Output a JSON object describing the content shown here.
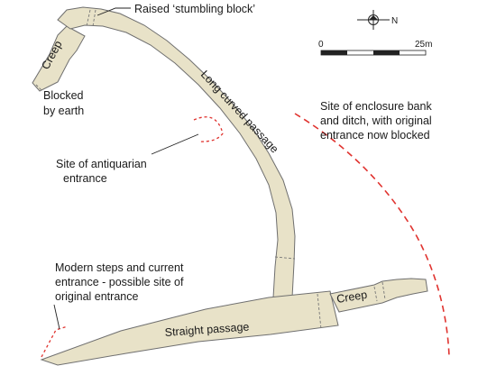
{
  "labels": {
    "stumbling_block": "Raised ‘stumbling block’",
    "blocked_l1": "Blocked",
    "blocked_l2": "by earth",
    "antiquarian_l1": "Site of antiquarian",
    "antiquarian_l2": "entrance",
    "enclosure_l1": "Site of enclosure bank",
    "enclosure_l2": "and ditch, with original",
    "enclosure_l3": "entrance now blocked",
    "modern_l1": "Modern steps and current",
    "modern_l2": "entrance - possible site of",
    "modern_l3": "original entrance"
  },
  "passages": {
    "creep_upper": "Creep",
    "long_curved": "Long curved passage",
    "straight": "Straight passage",
    "creep_right": "Creep"
  },
  "scale": {
    "min_label": "0",
    "max_label": "25m"
  },
  "compass": {
    "label": "N",
    "icon": "north-arrow-icon"
  },
  "colors": {
    "passage_fill": "#e8e2c8",
    "passage_outline": "#6f6f6f",
    "enclosure_line": "#e0332f"
  }
}
